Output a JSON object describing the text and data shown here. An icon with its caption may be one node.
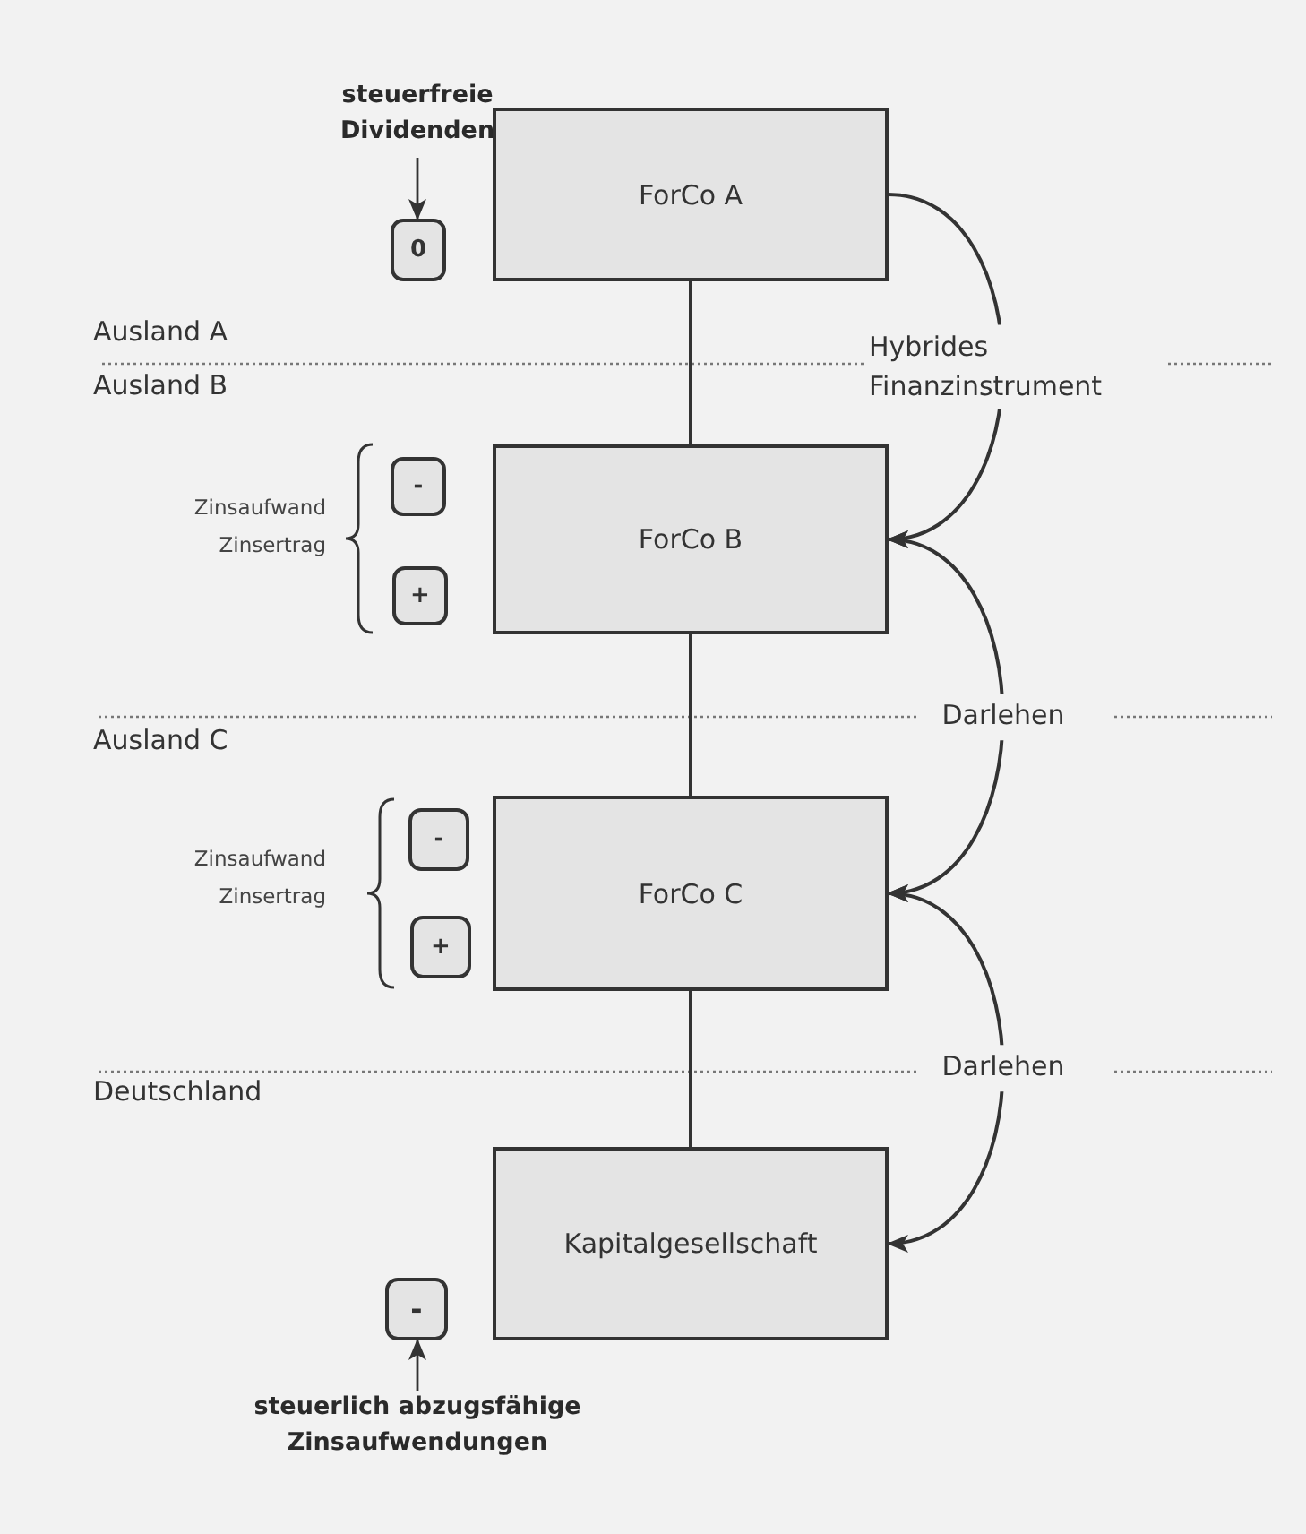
{
  "diagram": {
    "nodes": [
      {
        "text": [
          "ForCo A"
        ]
      },
      {
        "text": [
          "ForCo B"
        ]
      },
      {
        "text": [
          "ForCo C"
        ]
      },
      {
        "text": [
          "Kapitalgesellschaft"
        ]
      },
      {
        "text": [
          "steuerfreie Dividenden"
        ]
      },
      {
        "text": [
          "0"
        ]
      },
      {
        "text": [
          "-"
        ]
      },
      {
        "text": [
          "+"
        ]
      },
      {
        "text": [
          "-"
        ]
      },
      {
        "text": [
          "+"
        ]
      },
      {
        "text": [
          "-"
        ]
      },
      {
        "text": [
          "steuerlich abzugsfähige Zinsaufwendungen"
        ]
      }
    ],
    "edges": [
      {
        "from": 0,
        "to": 1,
        "arrow": "none"
      },
      {
        "from": 1,
        "to": 2,
        "arrow": "none"
      },
      {
        "from": 2,
        "to": 3,
        "arrow": "none"
      },
      {
        "from": 0,
        "to": 1,
        "arrow": "to",
        "label": "Hybrides Finanzinstrument"
      },
      {
        "from": 1,
        "to": 2,
        "arrow": "both",
        "label": "Darlehen"
      },
      {
        "from": 2,
        "to": 3,
        "arrow": "both",
        "label": "Darlehen"
      },
      {
        "from": 4,
        "to": 5,
        "arrow": "to"
      },
      {
        "from": 11,
        "to": 10,
        "arrow": "to"
      }
    ],
    "labels": [
      "Ausland A",
      "Ausland B",
      "Zinsaufwand",
      "Zinsertrag",
      "Ausland C",
      "Zinsaufwand",
      "Zinsertrag",
      "Deutschland"
    ]
  }
}
